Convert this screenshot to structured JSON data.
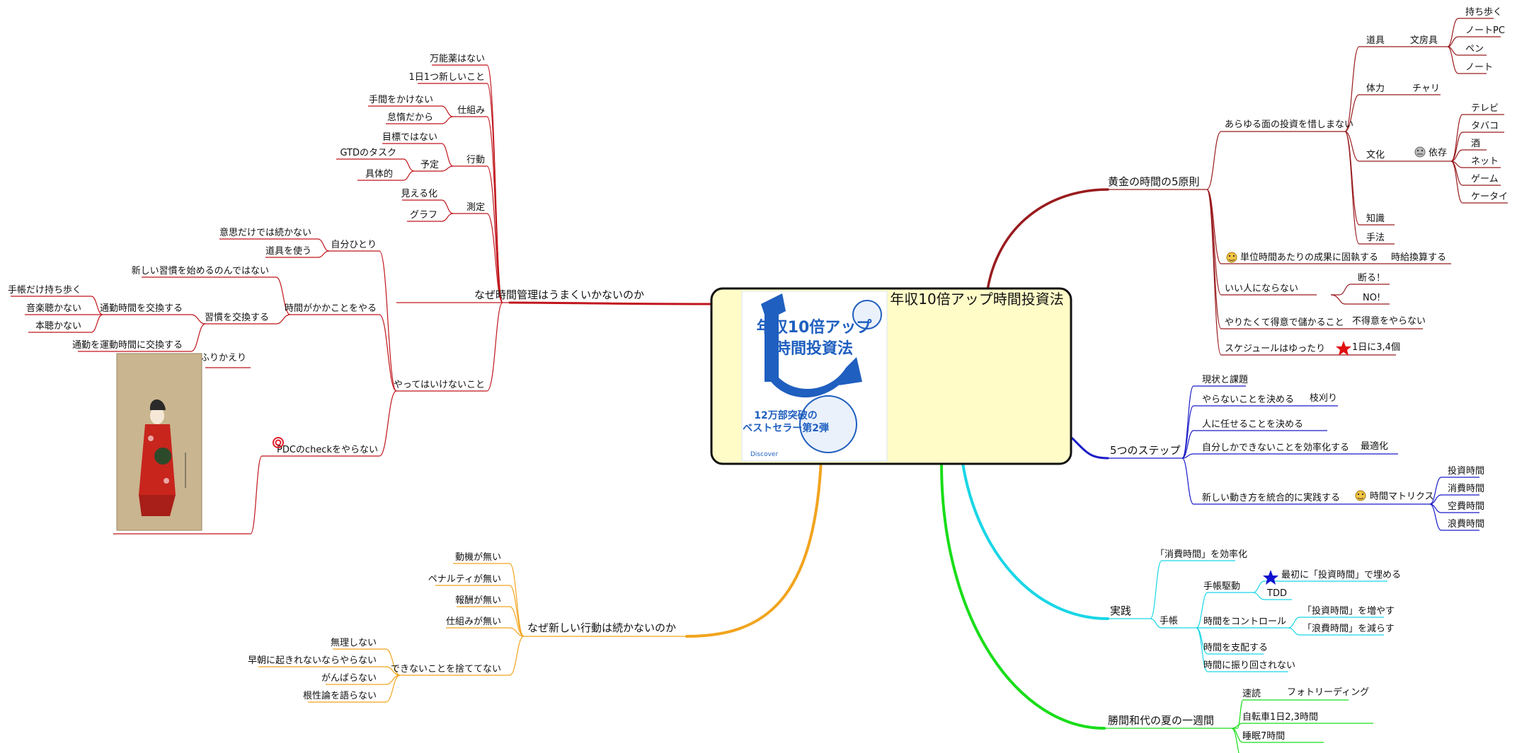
{
  "central": {
    "title": "年収10倍アップ時間投資法"
  },
  "book_cover": {
    "lines": [
      "年収10倍アップ",
      "時間投資法",
      "12万部突破の",
      "ベストセラー第2弾",
      "Discover"
    ]
  },
  "colors": {
    "red": "#c0151b",
    "darkred": "#991b1e",
    "blue": "#1a1ac8",
    "cyan": "#19d6e6",
    "green": "#19dd19",
    "orange": "#f2a41e",
    "central_fill": "#fffcc8"
  },
  "branches": {
    "why_time": {
      "label": "なぜ時間管理はうまくいかないのか",
      "n1": "万能薬はない",
      "n2": "1日1つ新しいこと",
      "n3": "仕組み",
      "n3a": "手間をかけない",
      "n3b": "怠惰だから",
      "n4": "行動",
      "n4a": "目標ではない",
      "n4b": "予定",
      "n4b1": "GTDのタスク",
      "n4b2": "具体的",
      "n5": "測定",
      "n5a": "見える化",
      "n5b": "グラフ",
      "n6": "やってはいけないこと",
      "n6a": "自分ひとり",
      "n6a1": "意思だけでは続かない",
      "n6a2": "道具を使う",
      "n6b": "時間がかかことをやる",
      "n6b1": "新しい習慣を始めるのんではない",
      "n6b2": "習慣を交換する",
      "n6b2a": "通勤時間を交換する",
      "n6b2a1": "手帳だけ持ち歩く",
      "n6b2a2": "音楽聴かない",
      "n6b2a3": "本聴かない",
      "n6b2b": "通勤を運動時間に交換する",
      "n6c": "PDCのcheckをやらない",
      "n6c1": "ふりかえり"
    },
    "why_action": {
      "label": "なぜ新しい行動は続かないのか",
      "n1": "動機が無い",
      "n2": "ペナルティが無い",
      "n3": "報酬が無い",
      "n4": "仕組みが無い",
      "n5": "できないことを捨ててない",
      "n5a": "無理しない",
      "n5b": "早朝に起きれないならやらない",
      "n5c": "がんばらない",
      "n5d": "根性論を語らない"
    },
    "golden": {
      "label": "黄金の時間の5原則",
      "n1": "あらゆる面の投資を惜しまない",
      "n1a": "道具",
      "n1a1": "文房具",
      "n1a1a": "持ち歩く",
      "n1a1b": "ノートPC",
      "n1a1c": "ペン",
      "n1a1d": "ノート",
      "n1b": "体力",
      "n1b1": "チャリ",
      "n1c": "文化",
      "n1c1": "依存",
      "n1c1a": "テレビ",
      "n1c1b": "タバコ",
      "n1c1c": "酒",
      "n1c1d": "ネット",
      "n1c1e": "ゲーム",
      "n1c1f": "ケータイ",
      "n1d": "知識",
      "n1e": "手法",
      "n2": "単位時間あたりの成果に固執する",
      "n2a": "時給換算する",
      "n3": "いい人にならない",
      "n3a": "断る！",
      "n3b": "NO!",
      "n4": "やりたくて得意で儲かること",
      "n4a": "不得意をやらない",
      "n5": "スケジュールはゆったり",
      "n5a": "1日に3,4個"
    },
    "five_steps": {
      "label": "5つのステップ",
      "n1": "現状と課題",
      "n2": "やらないことを決める",
      "n2a": "枝刈り",
      "n3": "人に任せることを決める",
      "n4": "自分しかできないことを効率化する",
      "n4a": "最適化",
      "n5": "新しい動き方を統合的に実践する",
      "n5a": "時間マトリクス",
      "n5a1": "投資時間",
      "n5a2": "消費時間",
      "n5a3": "空費時間",
      "n5a4": "浪費時間"
    },
    "practice": {
      "label": "実践",
      "n1": "「消費時間」を効率化",
      "n2": "手帳",
      "n2a": "手帳駆動",
      "n2a1": "最初に「投資時間」で埋める",
      "n2a2": "TDD",
      "n2b": "時間をコントロール",
      "n2b1": "「投資時間」を増やす",
      "n2b2": "「浪費時間」を減らす",
      "n2c": "時間を支配する",
      "n2d": "時間に振り回されない"
    },
    "summer": {
      "label": "勝間和代の夏の一週間",
      "n1": "速読",
      "n1a": "フォトリーディング",
      "n2": "自転車1日2,3時間",
      "n3": "睡眠7時間"
    }
  }
}
